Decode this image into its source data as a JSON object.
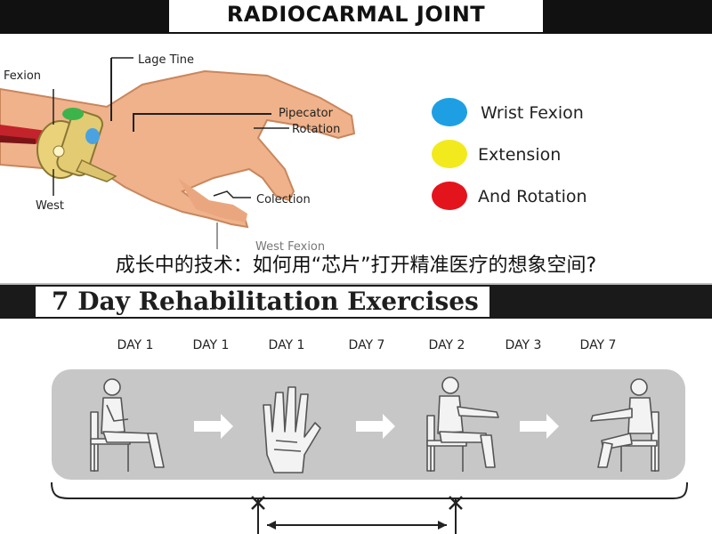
{
  "top": {
    "title": "RADIOCARMAL JOINT",
    "labels": {
      "flexion": "Fexion",
      "lage_tine": "Lage Tine",
      "west": "West",
      "pipecator": "Pipecator",
      "rotation": "Rotation",
      "collection": "Colection",
      "west_fexion": "West Fexion"
    },
    "legend": [
      {
        "label": "Wrist Fexion",
        "color": "#1e9fe4"
      },
      {
        "label": "Extension",
        "color": "#f2ea1c"
      },
      {
        "label": "And Rotation",
        "color": "#e3141c"
      }
    ]
  },
  "caption": "成长中的技术：如何用“芯片”打开精准医疗的想象空间?",
  "bottom": {
    "title": "7 Day Rehabilitation Exercises",
    "days": [
      "DAY 1",
      "DAY 1",
      "DAY 1",
      "DAY 7",
      "DAY 2",
      "DAY 3",
      "DAY 7"
    ],
    "panel_color": "#c7c7c7"
  }
}
